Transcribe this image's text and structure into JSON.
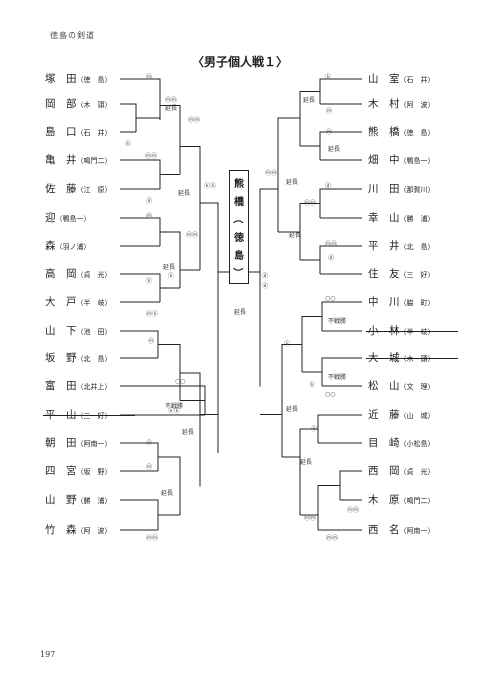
{
  "header": "徳島の剣道",
  "title": "〈男子個人戦１〉",
  "champion": {
    "chars": [
      "熊",
      "橋",
      "（",
      "徳",
      "島",
      "）"
    ]
  },
  "left_players": [
    {
      "name": "塚　田",
      "aff": "（徳　島）",
      "strike": false
    },
    {
      "name": "岡　部",
      "aff": "（木　頭）",
      "strike": false
    },
    {
      "name": "島　口",
      "aff": "（石　井）",
      "strike": false
    },
    {
      "name": "亀　井",
      "aff": "（鳴門二）",
      "strike": false
    },
    {
      "name": "佐　藤",
      "aff": "（江　原）",
      "strike": false
    },
    {
      "name": "迎",
      "aff": "（鴨島一）",
      "strike": false
    },
    {
      "name": "森",
      "aff": "（羽ノ浦）",
      "strike": false
    },
    {
      "name": "高　岡",
      "aff": "（貞　光）",
      "strike": false
    },
    {
      "name": "大　戸",
      "aff": "（半　岐）",
      "strike": false
    },
    {
      "name": "山　下",
      "aff": "（池　田）",
      "strike": false
    },
    {
      "name": "坂　野",
      "aff": "（北　島）",
      "strike": false
    },
    {
      "name": "富　田",
      "aff": "（北井上）",
      "strike": false
    },
    {
      "name": "平　山",
      "aff": "（三　好）",
      "strike": true
    },
    {
      "name": "朝　田",
      "aff": "（阿南一）",
      "strike": false
    },
    {
      "name": "四　宮",
      "aff": "（坂　野）",
      "strike": false
    },
    {
      "name": "山　野",
      "aff": "（勝　浦）",
      "strike": false
    },
    {
      "name": "竹　森",
      "aff": "（阿　波）",
      "strike": false
    }
  ],
  "right_players": [
    {
      "name": "山　室",
      "aff": "（石　井）",
      "strike": false
    },
    {
      "name": "木　村",
      "aff": "（阿　波）",
      "strike": false
    },
    {
      "name": "熊　橋",
      "aff": "（徳　島）",
      "strike": false
    },
    {
      "name": "畑　中",
      "aff": "（鴨島一）",
      "strike": false
    },
    {
      "name": "川　田",
      "aff": "（那賀川）",
      "strike": false
    },
    {
      "name": "幸　山",
      "aff": "（勝　浦）",
      "strike": false
    },
    {
      "name": "平　井",
      "aff": "（北　島）",
      "strike": false
    },
    {
      "name": "住　友",
      "aff": "（三　好）",
      "strike": false
    },
    {
      "name": "中　川",
      "aff": "（脇　町）",
      "strike": false
    },
    {
      "name": "小　林",
      "aff": "（半　岐）",
      "strike": true
    },
    {
      "name": "大　城",
      "aff": "（木　頭）",
      "strike": true
    },
    {
      "name": "松　山",
      "aff": "（文　理）",
      "strike": false
    },
    {
      "name": "近　藤",
      "aff": "（山　城）",
      "strike": false
    },
    {
      "name": "目　崎",
      "aff": "（小松島）",
      "strike": false
    },
    {
      "name": "西　岡",
      "aff": "（貞　光）",
      "strike": false
    },
    {
      "name": "木　原",
      "aff": "（鳴門二）",
      "strike": false
    },
    {
      "name": "西　名",
      "aff": "（阿南一）",
      "strike": false
    }
  ],
  "notes": {
    "enchou": "延長",
    "fusen": "不戦勝",
    "mm": "ⓜⓜ",
    "m": "ⓜ",
    "k": "ⓚ",
    "kk": "ⓚⓚ",
    "d": "ⓓ",
    "mk": "ⓜⓚ",
    "maru2": "○○"
  },
  "page_number": "197"
}
